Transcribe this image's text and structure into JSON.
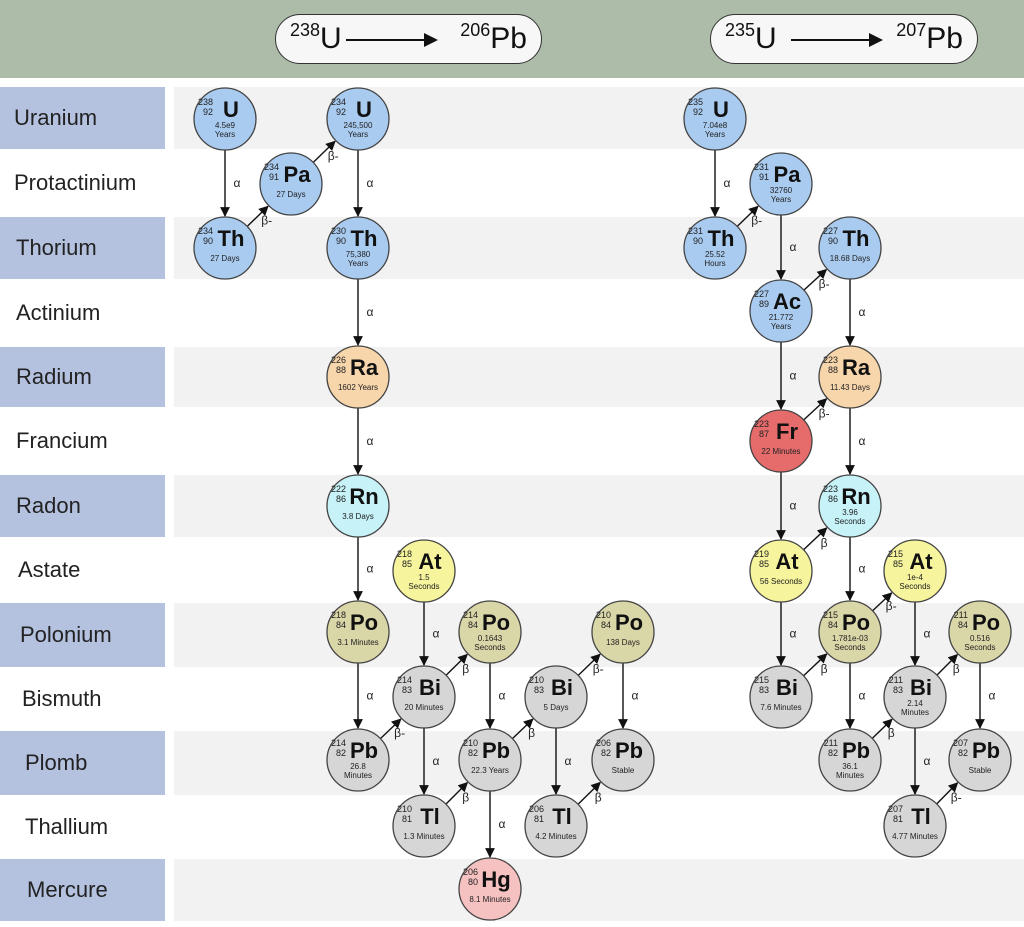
{
  "chains": [
    {
      "from_mass": "238",
      "from_symbol": "U",
      "to_mass": "206",
      "to_symbol": "Pb"
    },
    {
      "from_mass": "235",
      "from_symbol": "U",
      "to_mass": "207",
      "to_symbol": "Pb"
    }
  ],
  "rows": [
    "Uranium",
    "Protactinium",
    "Thorium",
    "Actinium",
    "Radium",
    "Francium",
    "Radon",
    "Astate",
    "Polonium",
    "Bismuth",
    "Plomb",
    "Thallium",
    "Mercure"
  ],
  "colors": {
    "U": "#a9cbf0",
    "Pa": "#a9cbf0",
    "Th": "#a9cbf0",
    "Ac": "#a9cbf0",
    "Ra": "#f8d6ac",
    "Fr": "#e66b6b",
    "Rn": "#c6f2f8",
    "At": "#f6f49c",
    "Po": "#d9d6a8",
    "Bi": "#d6d6d6",
    "Pb": "#d6d6d6",
    "Tl": "#d6d6d6",
    "Hg": "#f6c1c1",
    "header": "#adbba9",
    "label_band": "#b4c2e0",
    "row_band": "#f2f2f2"
  },
  "nuclides": [
    {
      "id": "u238",
      "mass": "238",
      "z": "92",
      "symbol": "U",
      "life": [
        "4.5e9",
        "Years"
      ]
    },
    {
      "id": "u234",
      "mass": "234",
      "z": "92",
      "symbol": "U",
      "life": [
        "245,500",
        "Years"
      ]
    },
    {
      "id": "pa234",
      "mass": "234",
      "z": "91",
      "symbol": "Pa",
      "life": [
        "27 Days"
      ]
    },
    {
      "id": "th234",
      "mass": "234",
      "z": "90",
      "symbol": "Th",
      "life": [
        "27 Days"
      ]
    },
    {
      "id": "th230",
      "mass": "230",
      "z": "90",
      "symbol": "Th",
      "life": [
        "75,380",
        "Years"
      ]
    },
    {
      "id": "ra226",
      "mass": "226",
      "z": "88",
      "symbol": "Ra",
      "life": [
        "1602 Years"
      ]
    },
    {
      "id": "rn222",
      "mass": "222",
      "z": "86",
      "symbol": "Rn",
      "life": [
        "3.8 Days"
      ]
    },
    {
      "id": "at218",
      "mass": "218",
      "z": "85",
      "symbol": "At",
      "life": [
        "1.5",
        "Seconds"
      ]
    },
    {
      "id": "po218",
      "mass": "218",
      "z": "84",
      "symbol": "Po",
      "life": [
        "3.1 Minutes"
      ]
    },
    {
      "id": "po214",
      "mass": "214",
      "z": "84",
      "symbol": "Po",
      "life": [
        "0.1643",
        "Seconds"
      ]
    },
    {
      "id": "po210",
      "mass": "210",
      "z": "84",
      "symbol": "Po",
      "life": [
        "138 Days"
      ]
    },
    {
      "id": "bi214",
      "mass": "214",
      "z": "83",
      "symbol": "Bi",
      "life": [
        "20 Minutes"
      ]
    },
    {
      "id": "bi210",
      "mass": "210",
      "z": "83",
      "symbol": "Bi",
      "life": [
        "5 Days"
      ]
    },
    {
      "id": "pb214",
      "mass": "214",
      "z": "82",
      "symbol": "Pb",
      "life": [
        "26.8",
        "Minutes"
      ]
    },
    {
      "id": "pb210",
      "mass": "210",
      "z": "82",
      "symbol": "Pb",
      "life": [
        "22.3 Years"
      ]
    },
    {
      "id": "pb206",
      "mass": "206",
      "z": "82",
      "symbol": "Pb",
      "life": [
        "Stable"
      ]
    },
    {
      "id": "tl210",
      "mass": "210",
      "z": "81",
      "symbol": "Tl",
      "life": [
        "1.3 Minutes"
      ]
    },
    {
      "id": "tl206",
      "mass": "206",
      "z": "81",
      "symbol": "Tl",
      "life": [
        "4.2 Minutes"
      ]
    },
    {
      "id": "hg206",
      "mass": "206",
      "z": "80",
      "symbol": "Hg",
      "life": [
        "8.1 Minutes"
      ]
    },
    {
      "id": "u235",
      "mass": "235",
      "z": "92",
      "symbol": "U",
      "life": [
        "7.04e8",
        "Years"
      ]
    },
    {
      "id": "th231",
      "mass": "231",
      "z": "90",
      "symbol": "Th",
      "life": [
        "25.52",
        "Hours"
      ]
    },
    {
      "id": "pa231",
      "mass": "231",
      "z": "91",
      "symbol": "Pa",
      "life": [
        "32760",
        "Years"
      ]
    },
    {
      "id": "th227",
      "mass": "227",
      "z": "90",
      "symbol": "Th",
      "life": [
        "18.68 Days"
      ]
    },
    {
      "id": "ac227",
      "mass": "227",
      "z": "89",
      "symbol": "Ac",
      "life": [
        "21.772",
        "Years"
      ]
    },
    {
      "id": "ra223",
      "mass": "223",
      "z": "88",
      "symbol": "Ra",
      "life": [
        "11.43 Days"
      ]
    },
    {
      "id": "fr223",
      "mass": "223",
      "z": "87",
      "symbol": "Fr",
      "life": [
        "22 Minutes"
      ]
    },
    {
      "id": "rn219",
      "mass": "223",
      "z": "86",
      "symbol": "Rn",
      "life": [
        "3.96",
        "Seconds"
      ]
    },
    {
      "id": "at219",
      "mass": "219",
      "z": "85",
      "symbol": "At",
      "life": [
        "56 Seconds"
      ]
    },
    {
      "id": "at215",
      "mass": "215",
      "z": "85",
      "symbol": "At",
      "life": [
        "1e-4",
        "Seconds"
      ]
    },
    {
      "id": "po215",
      "mass": "215",
      "z": "84",
      "symbol": "Po",
      "life": [
        "1.781e-03",
        "Seconds"
      ]
    },
    {
      "id": "po211",
      "mass": "211",
      "z": "84",
      "symbol": "Po",
      "life": [
        "0.516",
        "Seconds"
      ]
    },
    {
      "id": "bi215",
      "mass": "215",
      "z": "83",
      "symbol": "Bi",
      "life": [
        "7.6 Minutes"
      ]
    },
    {
      "id": "bi211",
      "mass": "211",
      "z": "83",
      "symbol": "Bi",
      "life": [
        "2.14",
        "Minutes"
      ]
    },
    {
      "id": "pb211",
      "mass": "211",
      "z": "82",
      "symbol": "Pb",
      "life": [
        "36.1",
        "Minutes"
      ]
    },
    {
      "id": "pb207",
      "mass": "207",
      "z": "82",
      "symbol": "Pb",
      "life": [
        "Stable"
      ]
    },
    {
      "id": "tl207",
      "mass": "207",
      "z": "81",
      "symbol": "Tl",
      "life": [
        "4.77 Minutes"
      ]
    }
  ],
  "decays": [
    {
      "from": "u238",
      "to": "th234",
      "type": "α"
    },
    {
      "from": "th234",
      "to": "pa234",
      "type": "β-"
    },
    {
      "from": "pa234",
      "to": "u234",
      "type": "β-"
    },
    {
      "from": "u234",
      "to": "th230",
      "type": "α"
    },
    {
      "from": "th230",
      "to": "ra226",
      "type": "α"
    },
    {
      "from": "ra226",
      "to": "rn222",
      "type": "α"
    },
    {
      "from": "rn222",
      "to": "po218",
      "type": "α"
    },
    {
      "from": "po218",
      "to": "pb214",
      "type": "α"
    },
    {
      "from": "pb214",
      "to": "bi214",
      "type": "β-"
    },
    {
      "from": "at218",
      "to": "bi214",
      "type": "α"
    },
    {
      "from": "bi214",
      "to": "po214",
      "type": "β"
    },
    {
      "from": "bi214",
      "to": "tl210",
      "type": "α"
    },
    {
      "from": "po214",
      "to": "pb210",
      "type": "α"
    },
    {
      "from": "tl210",
      "to": "pb210",
      "type": "β"
    },
    {
      "from": "pb210",
      "to": "bi210",
      "type": "β"
    },
    {
      "from": "pb210",
      "to": "hg206",
      "type": "α"
    },
    {
      "from": "bi210",
      "to": "po210",
      "type": "β-"
    },
    {
      "from": "bi210",
      "to": "tl206",
      "type": "α"
    },
    {
      "from": "po210",
      "to": "pb206",
      "type": "α"
    },
    {
      "from": "tl206",
      "to": "pb206",
      "type": "β"
    },
    {
      "from": "u235",
      "to": "th231",
      "type": "α"
    },
    {
      "from": "th231",
      "to": "pa231",
      "type": "β-"
    },
    {
      "from": "pa231",
      "to": "ac227",
      "type": "α"
    },
    {
      "from": "ac227",
      "to": "th227",
      "type": "β-"
    },
    {
      "from": "th227",
      "to": "ra223",
      "type": "α"
    },
    {
      "from": "ac227",
      "to": "fr223",
      "type": "α"
    },
    {
      "from": "fr223",
      "to": "ra223",
      "type": "β-"
    },
    {
      "from": "ra223",
      "to": "rn219",
      "type": "α"
    },
    {
      "from": "fr223",
      "to": "at219",
      "type": "α"
    },
    {
      "from": "at219",
      "to": "rn219",
      "type": "β"
    },
    {
      "from": "rn219",
      "to": "po215",
      "type": "α"
    },
    {
      "from": "at219",
      "to": "bi215",
      "type": "α"
    },
    {
      "from": "bi215",
      "to": "po215",
      "type": "β"
    },
    {
      "from": "po215",
      "to": "at215",
      "type": "β-"
    },
    {
      "from": "po215",
      "to": "pb211",
      "type": "α"
    },
    {
      "from": "at215",
      "to": "bi211",
      "type": "α"
    },
    {
      "from": "pb211",
      "to": "bi211",
      "type": "β"
    },
    {
      "from": "bi211",
      "to": "po211",
      "type": "β"
    },
    {
      "from": "bi211",
      "to": "tl207",
      "type": "α"
    },
    {
      "from": "po211",
      "to": "pb207",
      "type": "α"
    },
    {
      "from": "tl207",
      "to": "pb207",
      "type": "β-"
    }
  ]
}
